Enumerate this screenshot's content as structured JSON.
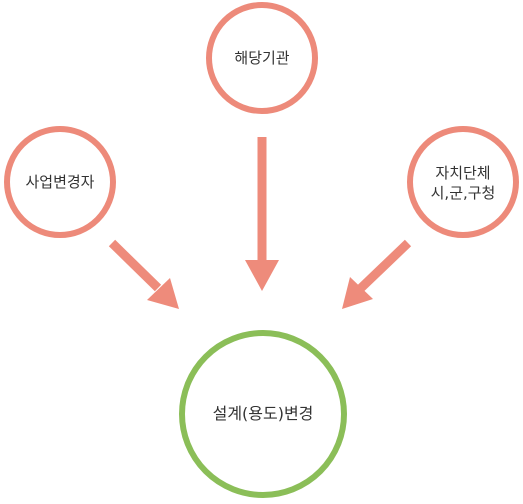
{
  "nodes": {
    "top": {
      "label": "해당기관"
    },
    "left": {
      "label": "사업변경자"
    },
    "right": {
      "line1": "자치단체",
      "line2": "시,군,구청"
    },
    "center": {
      "label": "설계(용도)변경"
    }
  },
  "colors": {
    "source_stroke": "#ED8A7A",
    "arrow_fill": "#EE8B7B",
    "target_stroke": "#8BBE58",
    "text": "#333333",
    "background": "#FFFFFF"
  }
}
